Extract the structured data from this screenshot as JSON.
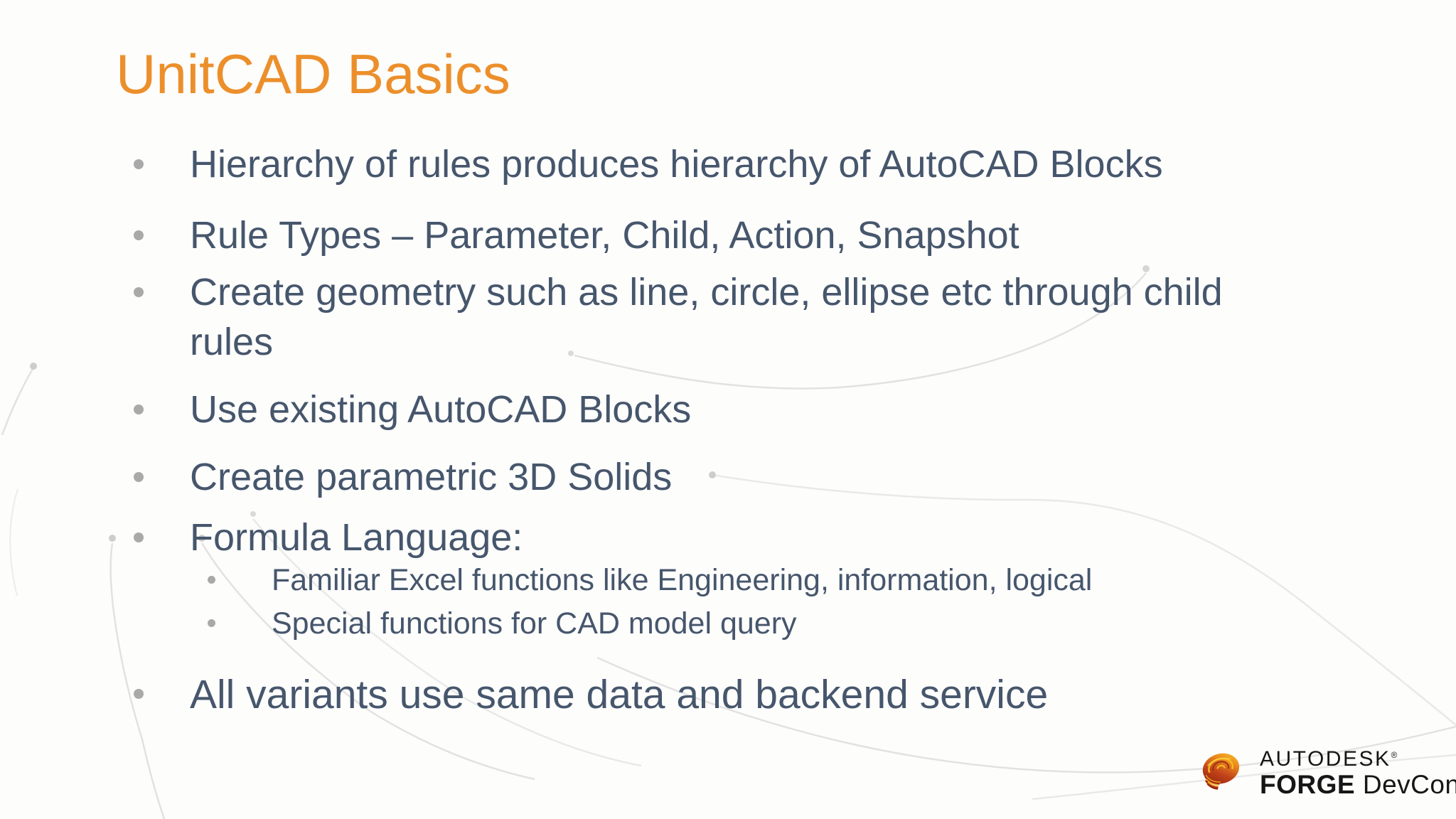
{
  "slide": {
    "title": "UnitCAD Basics",
    "bullets": [
      {
        "level": 1,
        "text": "Hierarchy of rules produces hierarchy of AutoCAD Blocks"
      },
      {
        "level": 1,
        "text": "Rule Types – Parameter, Child, Action, Snapshot"
      },
      {
        "level": 1,
        "line1": "Create geometry such as line, circle, ellipse etc through child",
        "line2": "rules"
      },
      {
        "level": 1,
        "text": "Use existing AutoCAD Blocks"
      },
      {
        "level": 1,
        "text": "Create parametric 3D Solids"
      },
      {
        "level": 1,
        "text": "Formula Language:"
      },
      {
        "level": 2,
        "text": "Familiar Excel functions like Engineering, information, logical"
      },
      {
        "level": 2,
        "text": "Special functions for CAD model query"
      },
      {
        "level": 1,
        "text": "All variants use same data and backend service"
      }
    ]
  },
  "logo": {
    "icon": "forge-swirl-icon",
    "company": "AUTODESK",
    "registered": "®",
    "product_bold": "FORGE",
    "product_rest": " DevCon"
  },
  "colors": {
    "title_orange": "#EC8F2B",
    "body_text": "#46566C",
    "bullet_dot": "#A9A9A9",
    "decor_line": "#E2E2E2",
    "decor_dot": "#CDCDCD",
    "logo_text": "#161616",
    "background": "#FDFDFC"
  }
}
